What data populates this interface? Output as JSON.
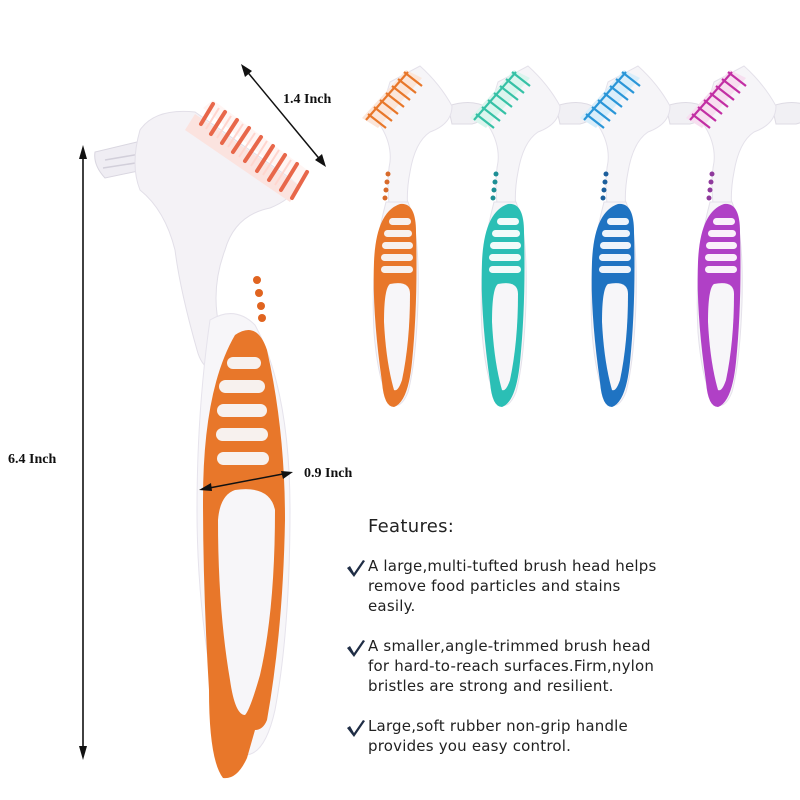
{
  "dimensions": {
    "length": "6.4 Inch",
    "head_width": "1.4 Inch",
    "handle_width": "0.9 Inch"
  },
  "features": {
    "title": "Features:",
    "items": [
      {
        "icon": "check-icon",
        "text": "A large,multi-tufted brush head helps\nremove food particles and stains\neasily."
      },
      {
        "icon": "check-icon",
        "text": "A smaller,angle-trimmed brush head\nfor hard-to-reach surfaces.Firm,nylon\nbristles are strong and resilient."
      },
      {
        "icon": "check-icon",
        "text": "Large,soft rubber non-grip handle\nprovides you easy control."
      }
    ]
  },
  "colors": {
    "orange": "#e8772a",
    "teal": "#2bbfb5",
    "blue": "#1f73c2",
    "purple": "#b040c6",
    "check": "#1f2d45",
    "arrow": "#111111"
  },
  "variants": [
    {
      "name": "orange",
      "color": "#e8772a",
      "bristle": "#f08a55"
    },
    {
      "name": "teal",
      "color": "#2bbfb5",
      "bristle": "#4fd1b4"
    },
    {
      "name": "blue",
      "color": "#1f73c2",
      "bristle": "#2f9fe0"
    },
    {
      "name": "purple",
      "color": "#b040c6",
      "bristle": "#c22fa4"
    }
  ]
}
